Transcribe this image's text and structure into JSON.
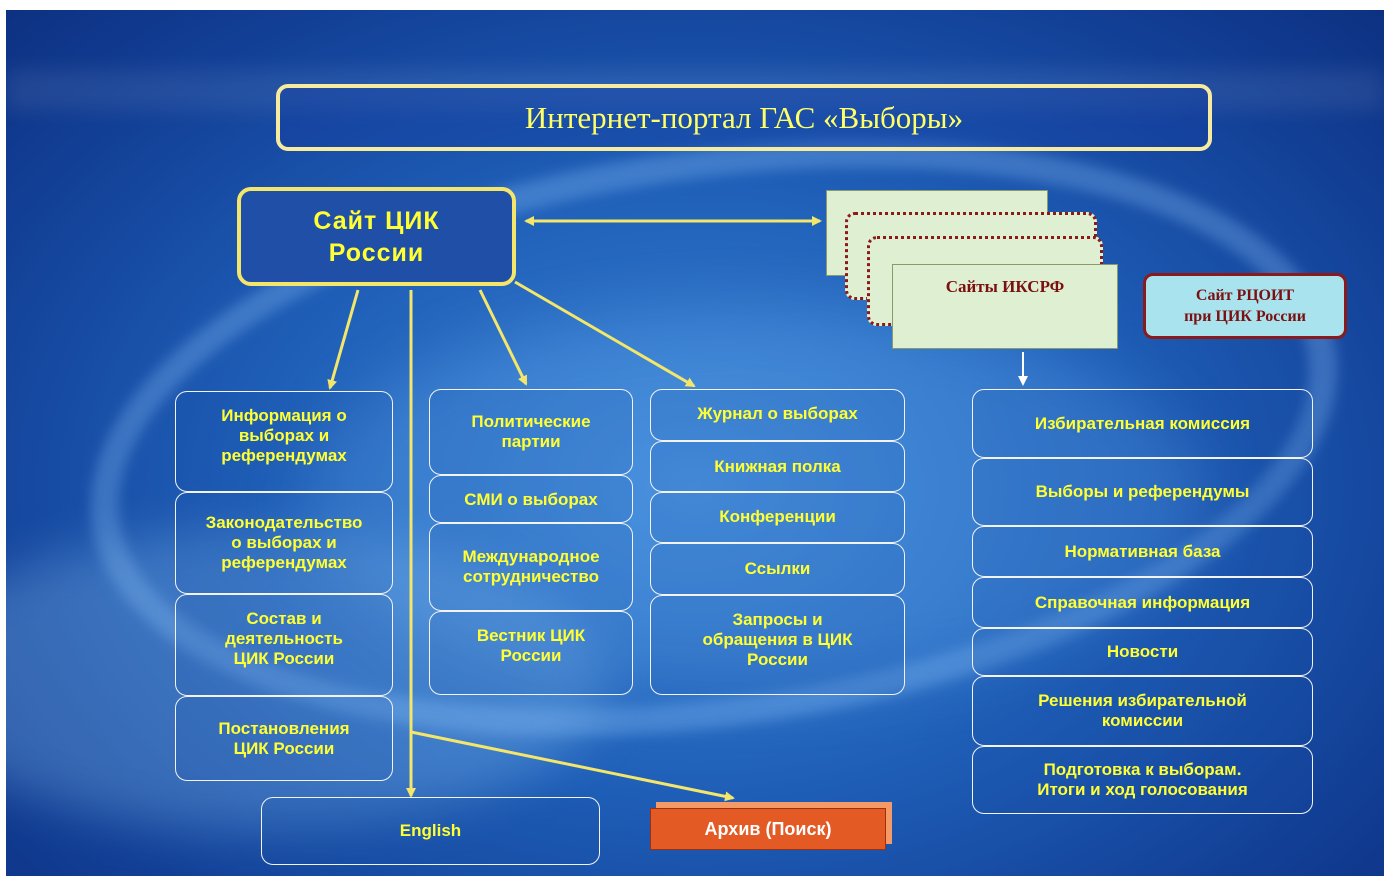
{
  "title": "Интернет-портал ГАС «Выборы»",
  "cik_main": {
    "line1": "Сайт ЦИК",
    "line2": "России"
  },
  "ikrf_sites": "Сайты ИКСРФ",
  "rcoit": {
    "line1": "Сайт РЦОИТ",
    "line2": "при ЦИК России"
  },
  "col1": {
    "items": [
      [
        "Информация о",
        "выборах и",
        "референдумах"
      ],
      [
        "Законодательство",
        "о выборах и",
        "референдумах"
      ],
      [
        "Состав и",
        "деятельность",
        "ЦИК России"
      ],
      [
        "Постановления",
        "ЦИК России"
      ]
    ]
  },
  "col2": {
    "items": [
      [
        "Политические",
        "партии"
      ],
      [
        "СМИ о выборах"
      ],
      [
        "Международное",
        "сотрудничество"
      ],
      [
        "Вестник ЦИК",
        "России"
      ]
    ]
  },
  "col3": {
    "items": [
      [
        "Журнал о выборах"
      ],
      [
        "Книжная полка"
      ],
      [
        "Конференции"
      ],
      [
        "Ссылки"
      ],
      [
        "Запросы и",
        "обращения в ЦИК",
        "России"
      ]
    ]
  },
  "col4": {
    "items": [
      [
        "Избирательная комиссия"
      ],
      [
        "Выборы и референдумы"
      ],
      [
        "Нормативная база"
      ],
      [
        "Справочная информация"
      ],
      [
        "Новости"
      ],
      [
        "Решения избирательной",
        "комиссии"
      ],
      [
        "Подготовка к выборам.",
        "Итоги и ход голосования"
      ]
    ]
  },
  "english": "English",
  "archive": "Архив (Поиск)",
  "colors": {
    "text": "#ffff33",
    "arrow": "#f3e66a",
    "archive": "#e35a24",
    "ikrf_fill": "#dff0d2",
    "rcoit_fill": "#a9e3ee"
  }
}
